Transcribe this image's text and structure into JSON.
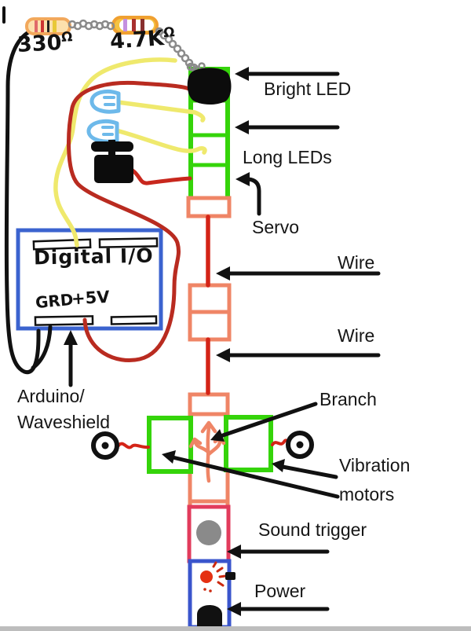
{
  "diagram": {
    "labels": {
      "bright_led": "Bright LED",
      "long_leds": "Long LEDs",
      "servo": "Servo",
      "wire_top": "Wire",
      "wire_bottom": "Wire",
      "controller_line1": "Arduino/",
      "controller_line2": "Waveshield",
      "branch": "Branch",
      "vibration_line1": "Vibration",
      "vibration_line2": "motors",
      "sound_trigger": "Sound trigger",
      "power": "Power"
    },
    "handwritten": {
      "resistor1_value": "330",
      "resistor2_value": "4.7K",
      "ohm_symbol": "Ω",
      "board_io_label": "Digital I/O",
      "board_gnd_pin": "GRD",
      "board_5v_pin": "+5V"
    },
    "icons": [
      "resistor-330-icon",
      "resistor-4-7k-icon",
      "coil-wire-icon",
      "bright-led-scribble-icon",
      "led-bulb-icon",
      "servo-icon",
      "vibration-motor-icon",
      "microphone-icon",
      "power-led-icon",
      "power-plug-icon",
      "branch-arrow-icon"
    ],
    "colors": {
      "led_column_green": "#35d40a",
      "wire_segment_salmon": "#ef8566",
      "sound_box_crimson": "#e23b5c",
      "power_box_blue": "#3a55cc",
      "board_box_blue": "#3b63cf",
      "wire_red": "#c8271d",
      "wire_dark_red": "#b92b20",
      "wire_yellow": "#efe96d",
      "wire_black": "#111111",
      "coil_gray": "#8a8a8a",
      "bulb_blue": "#6db9ea",
      "mic_gray": "#8a8a8a",
      "power_led_red": "#e53012",
      "resistor1_body": "#fce0ad",
      "resistor2_body": "#f5c341"
    }
  }
}
